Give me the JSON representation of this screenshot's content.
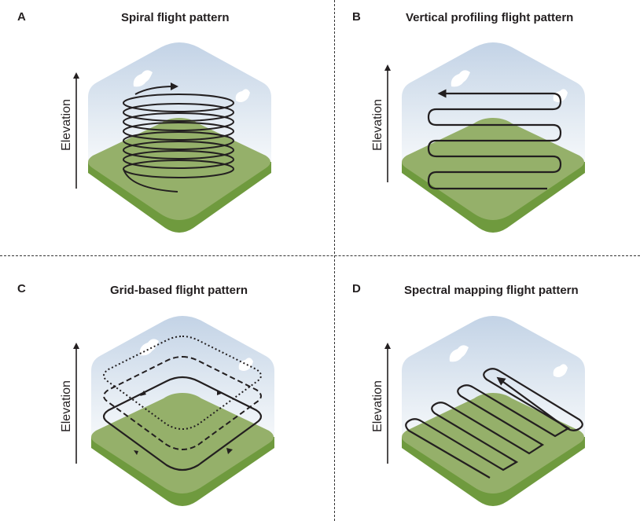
{
  "panels": [
    {
      "letter": "A",
      "title": "Spiral flight pattern",
      "axis_label": "Elevation"
    },
    {
      "letter": "B",
      "title": "Vertical profiling flight pattern",
      "axis_label": "Elevation"
    },
    {
      "letter": "C",
      "title": "Grid-based flight pattern",
      "axis_label": "Elevation"
    },
    {
      "letter": "D",
      "title": "Spectral mapping flight pattern",
      "axis_label": "Elevation"
    }
  ],
  "colors": {
    "sky_top": "#c9d7e8",
    "sky_bottom": "#f2f5f8",
    "ground_top": "#95b06a",
    "ground_side": "#6f9a3e",
    "path": "#231f20"
  }
}
